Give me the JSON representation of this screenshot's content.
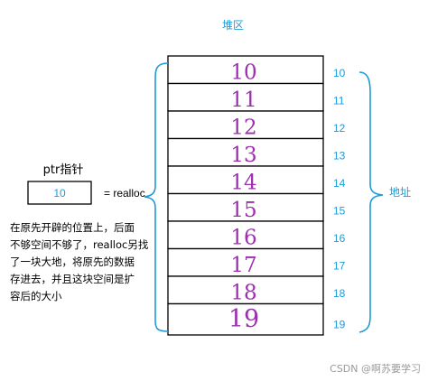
{
  "heap_title": "堆区",
  "cells": [
    {
      "handwritten": "10",
      "address": "10"
    },
    {
      "handwritten": "11",
      "address": "11"
    },
    {
      "handwritten": "12",
      "address": "12"
    },
    {
      "handwritten": "13",
      "address": "13"
    },
    {
      "handwritten": "14",
      "address": "14"
    },
    {
      "handwritten": "15",
      "address": "15"
    },
    {
      "handwritten": "16",
      "address": "16"
    },
    {
      "handwritten": "17",
      "address": "17"
    },
    {
      "handwritten": "18",
      "address": "18"
    },
    {
      "handwritten": "19",
      "address": "19"
    }
  ],
  "address_label": "地址",
  "pointer": {
    "title": "ptr指针",
    "value": "10",
    "assignment": "= realloc"
  },
  "note_lines": [
    "在原先开辟的位置上，后面",
    "不够空间不够了，realloc另找",
    "了一块大地，将原先的数据",
    "存进去，并且这块空间是扩",
    "容后的大小"
  ],
  "watermark": "CSDN @啊苏要学习",
  "colors": {
    "blue_text": "#1e9bd7",
    "handwriting": "#9b2fae",
    "outline": "#000000"
  }
}
